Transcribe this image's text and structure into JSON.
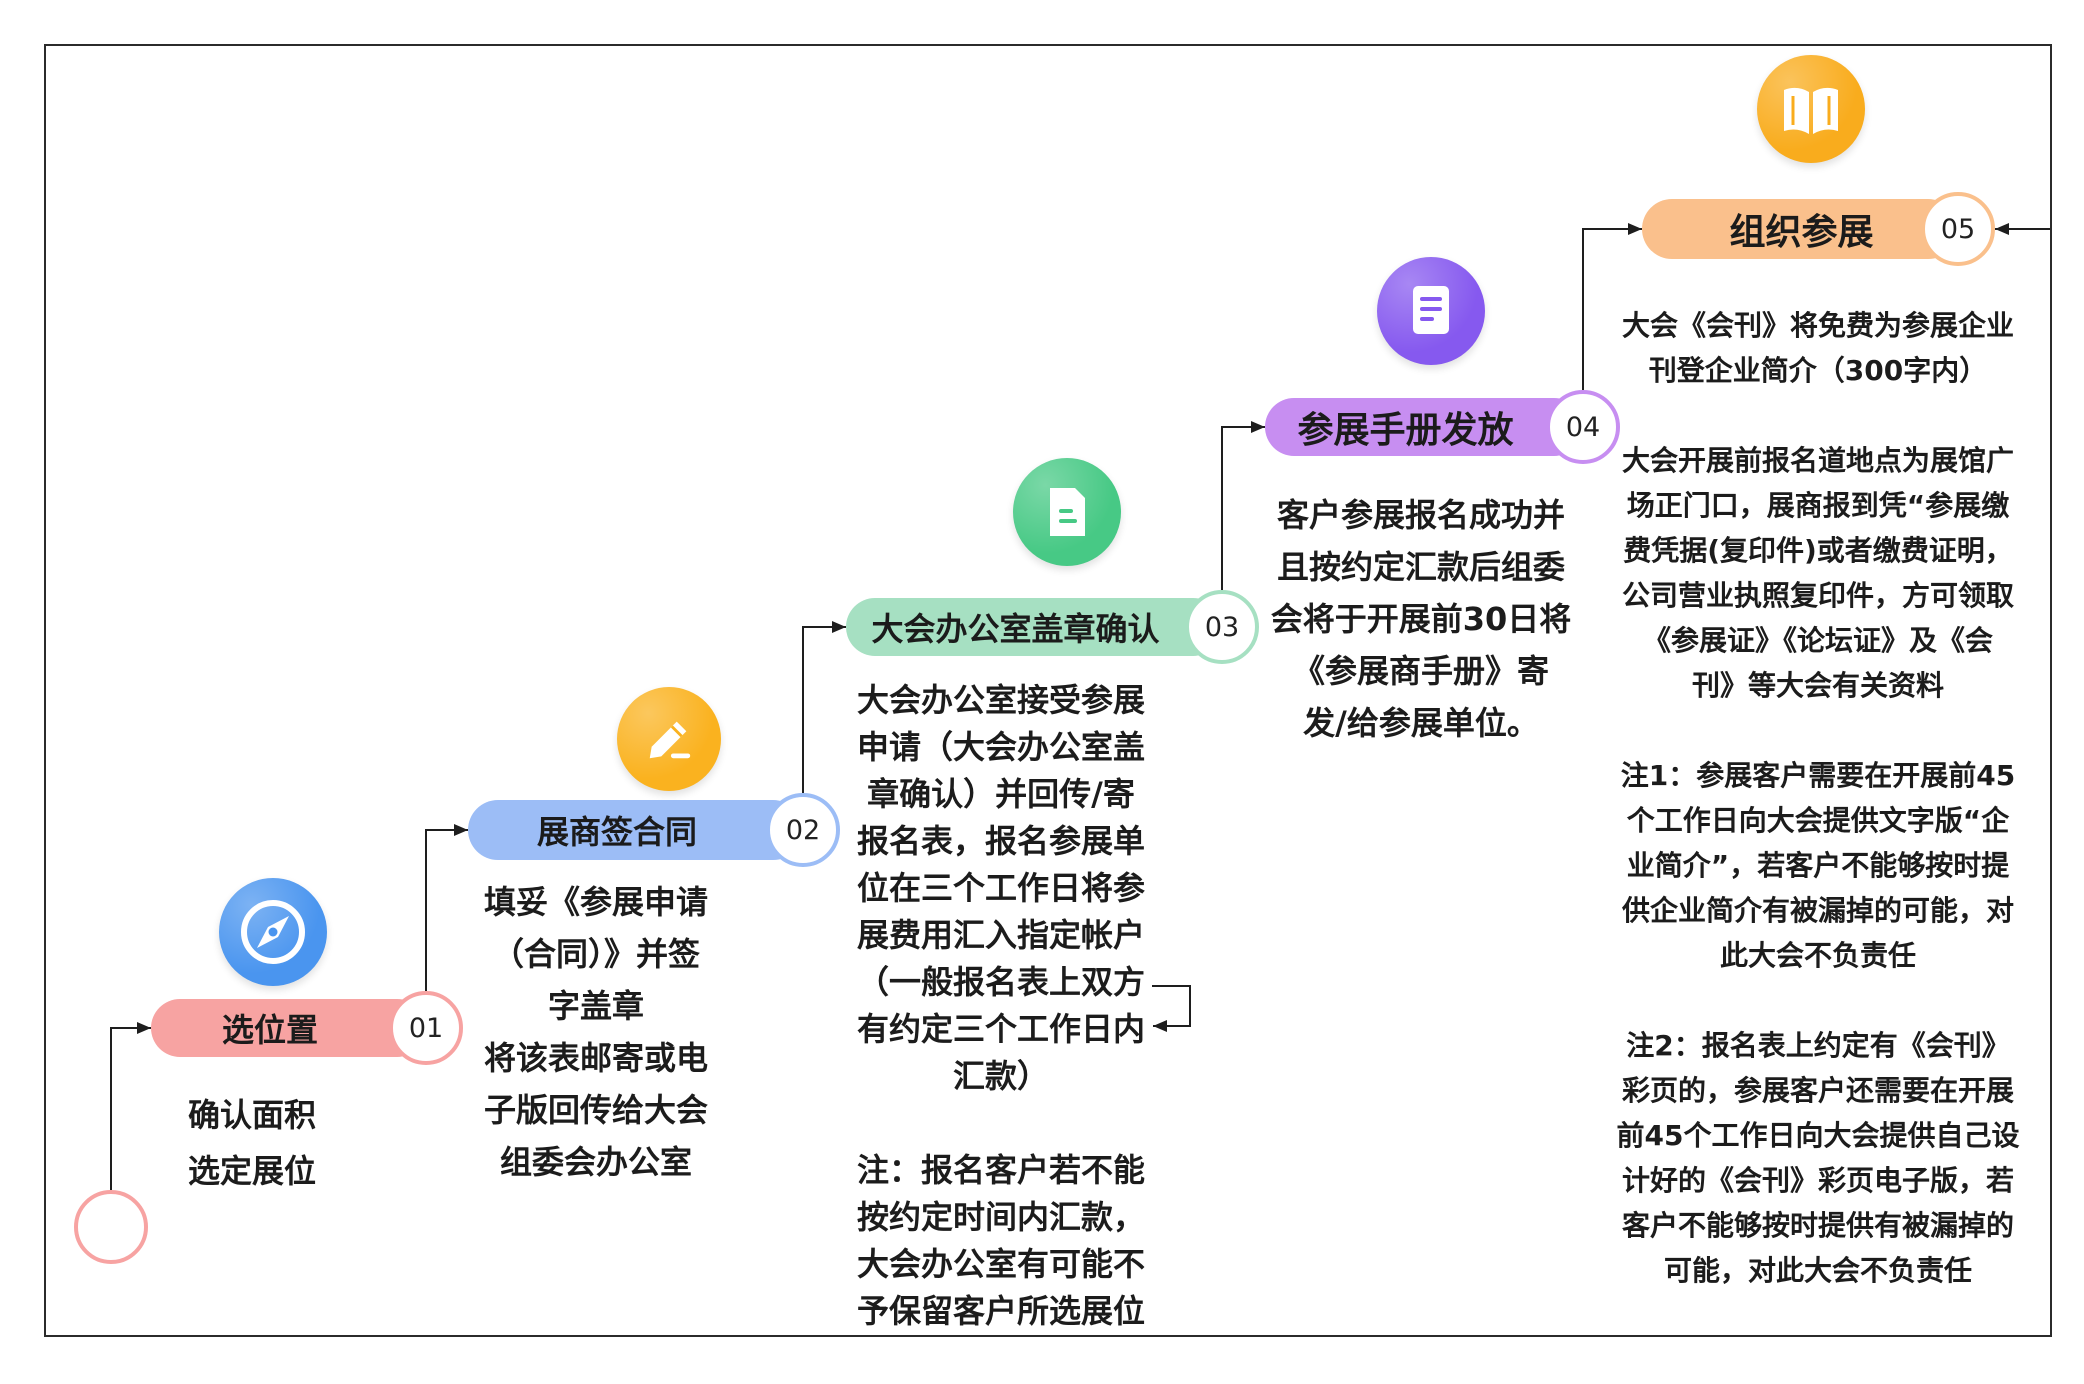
{
  "steps": [
    {
      "number": "01",
      "title": "选位置",
      "icon": "compass-icon",
      "color": "#f7a3a2",
      "icon_color": "#4a95ef",
      "paragraphs": [
        [
          "确认面积",
          "选定展位"
        ]
      ]
    },
    {
      "number": "02",
      "title": "展商签合同",
      "icon": "edit-icon",
      "color": "#9cbdf6",
      "icon_color": "#fab21f",
      "paragraphs": [
        [
          "填妥《参展申请",
          "（合同）》并签",
          "字盖章",
          "将该表邮寄或电",
          "子版回传给大会",
          "组委会办公室"
        ]
      ]
    },
    {
      "number": "03",
      "title": "大会办公室盖章确认",
      "icon": "document-icon",
      "color": "#a6e0c2",
      "icon_color": "#47c985",
      "paragraphs": [
        [
          "大会办公室接受参展",
          "申请（大会办公室盖",
          "章确认）并回传/寄",
          "报名表，报名参展单",
          "位在三个工作日将参",
          "展费用汇入指定帐户",
          "（一般报名表上双方",
          "有约定三个工作日内",
          "汇款）"
        ],
        [
          "注：报名客户若不能",
          "按约定时间内汇款，",
          "大会办公室有可能不",
          "予保留客户所选展位"
        ]
      ]
    },
    {
      "number": "04",
      "title": "参展手册发放",
      "icon": "file-text-icon",
      "color": "#c78ef1",
      "icon_color": "#8659ef",
      "paragraphs": [
        [
          "客户参展报名成功并",
          "且按约定汇款后组委",
          "会将于开展前30日将",
          "《参展商手册》寄",
          "发/给参展单位。"
        ]
      ]
    },
    {
      "number": "05",
      "title": "组织参展",
      "icon": "book-icon",
      "color": "#fac08c",
      "icon_color": "#f9ac1d",
      "paragraphs": [
        [
          "大会《会刊》将免费为参展企业",
          "刊登企业简介（300字内）"
        ],
        [
          "大会开展前报名道地点为展馆广",
          "场正门口，展商报到凭“参展缴",
          "费凭据(复印件)或者缴费证明，",
          "公司营业执照复印件，方可领取",
          "《参展证》《论坛证》及《会",
          "刊》等大会有关资料"
        ],
        [
          "注1：参展客户需要在开展前45",
          "个工作日向大会提供文字版“企",
          "业简介”，若客户不能够按时提",
          "供企业简介有被漏掉的可能，对",
          "此大会不负责任"
        ],
        [
          "注2：报名表上约定有《会刊》",
          "彩页的，参展客户还需要在开展",
          "前45个工作日向大会提供自己设",
          "计好的《会刊》彩页电子版，若",
          "客户不能够按时提供有被漏掉的",
          "可能，对此大会不负责任"
        ]
      ]
    }
  ]
}
